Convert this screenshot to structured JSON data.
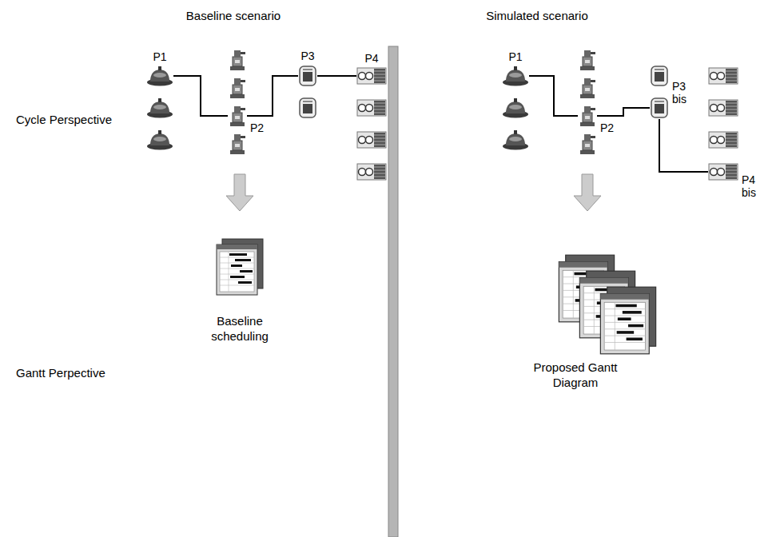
{
  "diagram": {
    "nodes": [
      {
        "text": [
          "P1"
        ]
      },
      {
        "text": [
          "P2"
        ]
      },
      {
        "text": [
          "P3"
        ]
      },
      {
        "text": [
          "P4"
        ]
      },
      {
        "text": [
          "P1"
        ]
      },
      {
        "text": [
          "P2"
        ]
      },
      {
        "text": [
          "P3 bis"
        ]
      },
      {
        "text": [
          "P4 bis"
        ]
      }
    ],
    "edges": [
      {
        "from": 0,
        "to": 1,
        "arrow": "none"
      },
      {
        "from": 1,
        "to": 2,
        "arrow": "none"
      },
      {
        "from": 2,
        "to": 3,
        "arrow": "none"
      },
      {
        "from": 4,
        "to": 5,
        "arrow": "none"
      },
      {
        "from": 5,
        "to": 6,
        "arrow": "none"
      },
      {
        "from": 6,
        "to": 7,
        "arrow": "none"
      }
    ],
    "labels": [
      "Baseline scenario",
      "Simulated scenario",
      "Cycle Perspective",
      "Gantt Perpective",
      "Baseline scheduling",
      "Proposed Gantt Diagram"
    ]
  }
}
